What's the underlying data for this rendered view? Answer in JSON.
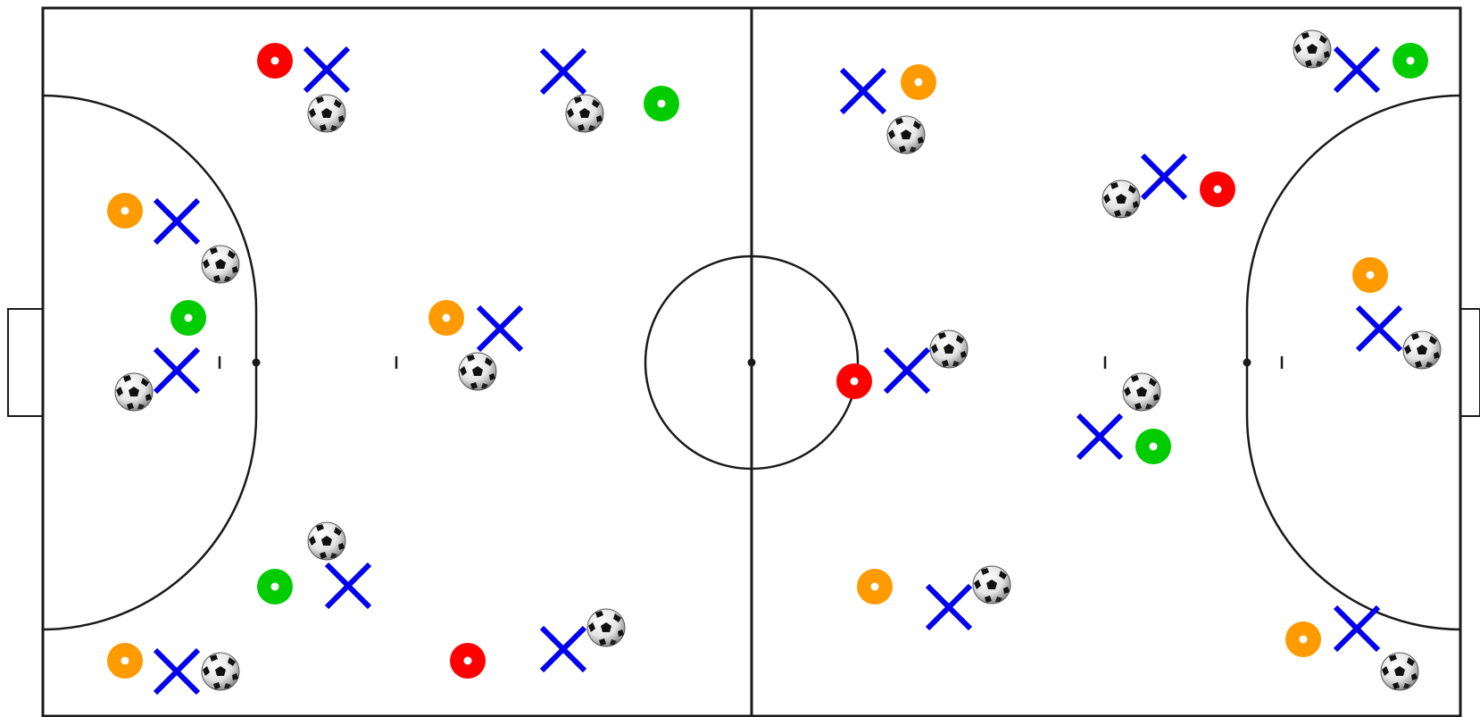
{
  "court": {
    "type": "futsal-half-court-drill-diagram",
    "line_color": "#1a1a1a",
    "surface_color": "#ffffff",
    "features": [
      "boundary",
      "halfway-line",
      "center-circle",
      "center-spot",
      "left-penalty-area",
      "right-penalty-area",
      "left-goal",
      "right-goal",
      "penalty-spots",
      "second-penalty-marks"
    ]
  },
  "legend_colors": {
    "cone_red": "#ff0000",
    "cone_orange": "#ff9a00",
    "cone_green": "#00cc00",
    "player_x": "#0000ee",
    "ball_icon": "soccer-ball-icon"
  },
  "markers": [
    {
      "kind": "cone",
      "color": "red"
    },
    {
      "kind": "player"
    },
    {
      "kind": "ball"
    },
    {
      "kind": "player"
    },
    {
      "kind": "ball"
    },
    {
      "kind": "cone",
      "color": "green"
    },
    {
      "kind": "cone",
      "color": "orange"
    },
    {
      "kind": "player"
    },
    {
      "kind": "ball"
    },
    {
      "kind": "cone",
      "color": "green"
    },
    {
      "kind": "player"
    },
    {
      "kind": "ball"
    },
    {
      "kind": "cone",
      "color": "orange"
    },
    {
      "kind": "player"
    },
    {
      "kind": "ball"
    },
    {
      "kind": "ball"
    },
    {
      "kind": "cone",
      "color": "green"
    },
    {
      "kind": "player"
    },
    {
      "kind": "cone",
      "color": "orange"
    },
    {
      "kind": "player"
    },
    {
      "kind": "ball"
    },
    {
      "kind": "cone",
      "color": "red"
    },
    {
      "kind": "player"
    },
    {
      "kind": "ball"
    },
    {
      "kind": "player"
    },
    {
      "kind": "cone",
      "color": "orange"
    },
    {
      "kind": "ball"
    },
    {
      "kind": "ball"
    },
    {
      "kind": "player"
    },
    {
      "kind": "cone",
      "color": "green"
    },
    {
      "kind": "ball"
    },
    {
      "kind": "player"
    },
    {
      "kind": "cone",
      "color": "red"
    },
    {
      "kind": "cone",
      "color": "orange"
    },
    {
      "kind": "player"
    },
    {
      "kind": "ball"
    },
    {
      "kind": "cone",
      "color": "red"
    },
    {
      "kind": "player"
    },
    {
      "kind": "ball"
    },
    {
      "kind": "ball"
    },
    {
      "kind": "player"
    },
    {
      "kind": "cone",
      "color": "green"
    },
    {
      "kind": "cone",
      "color": "orange"
    },
    {
      "kind": "player"
    },
    {
      "kind": "ball"
    },
    {
      "kind": "cone",
      "color": "orange"
    },
    {
      "kind": "player"
    },
    {
      "kind": "ball"
    }
  ]
}
